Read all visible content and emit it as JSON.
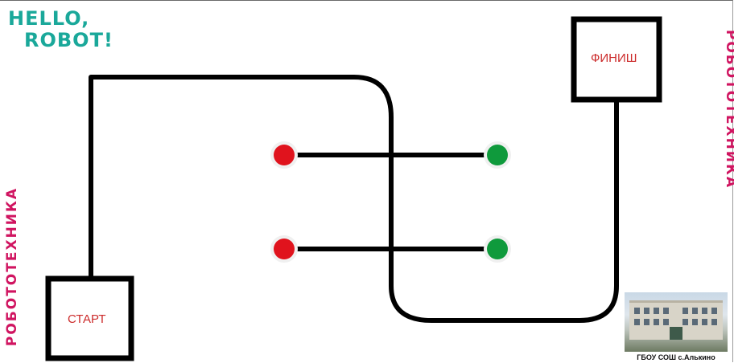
{
  "logo": {
    "line1": "HELLO,",
    "line2": "ROBOT!"
  },
  "side_label_left": "РОБОТОТЕХНИКА",
  "side_label_right": "РОБОТОТЕХНИКА",
  "start_label": "СТАРТ",
  "finish_label": "ФИНИШ",
  "photo_caption": "ГБОУ СОШ с.Алькино",
  "colors": {
    "logo": "#1aa89a",
    "side_text": "#d01460",
    "box_text": "#cc2b2b",
    "red_marker": "#e0131d",
    "green_marker": "#0f9a3c",
    "track": "#000000"
  },
  "markers": [
    {
      "color": "red"
    },
    {
      "color": "green"
    },
    {
      "color": "red"
    },
    {
      "color": "green"
    }
  ]
}
